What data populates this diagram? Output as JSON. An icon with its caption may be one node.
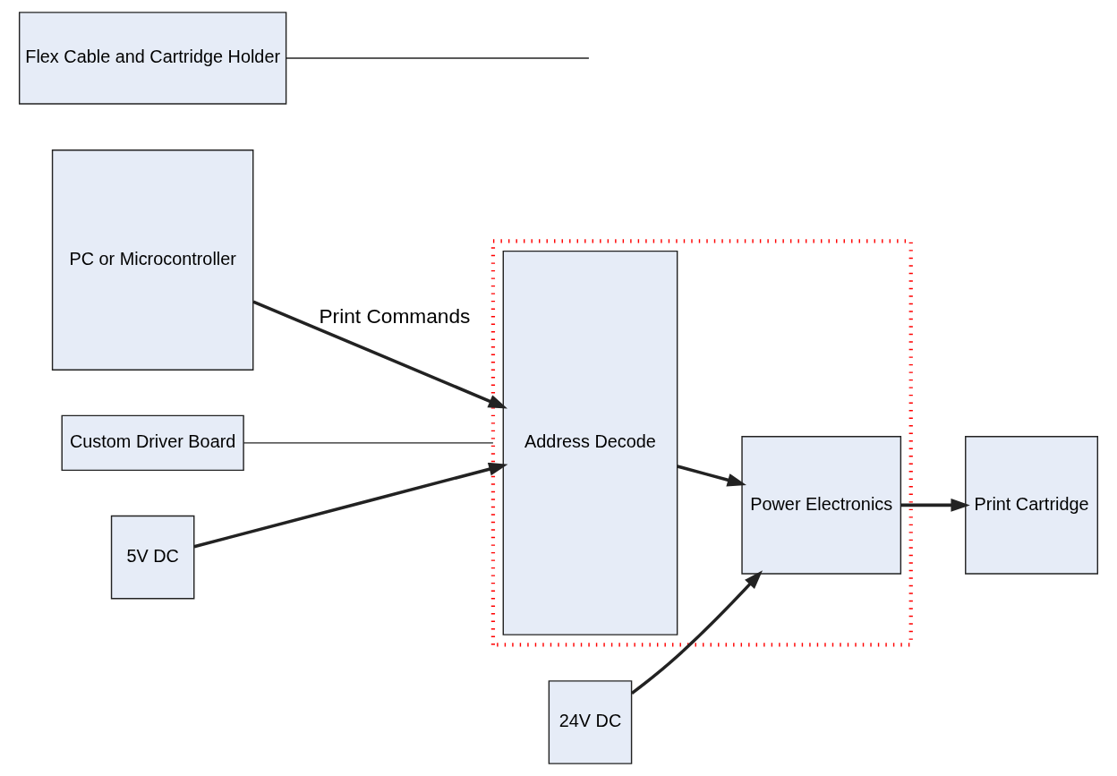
{
  "diagram": {
    "nodes": [
      {
        "text": [
          "PC or Microcontroller"
        ]
      },
      {
        "text": [],
        "shape": "box"
      },
      {
        "text": [
          "Address Decode"
        ],
        "in": 1
      },
      {
        "text": [
          "Power Electronics"
        ],
        "in": 1
      },
      {
        "text": [
          "Print Cartridge"
        ]
      },
      {
        "text": [
          "Custom Driver Board"
        ]
      },
      {
        "text": [
          "Flex Cable and Cartridge Holder"
        ]
      },
      {
        "text": [
          "5V DC"
        ]
      },
      {
        "text": [
          "24V DC"
        ]
      }
    ],
    "edges": [
      {
        "from": 0,
        "to": 2,
        "arrow": "to",
        "label": "Print Commands"
      },
      {
        "from": 2,
        "to": 3,
        "arrow": "to"
      },
      {
        "from": 3,
        "to": 4,
        "arrow": "to"
      },
      {
        "from": 7,
        "to": 2,
        "arrow": "to"
      },
      {
        "from": 8,
        "to": 3,
        "arrow": "to"
      },
      {
        "from": 5,
        "to": 1,
        "arrow": "none"
      },
      {
        "from": 6,
        "to": null,
        "arrow": "none"
      }
    ]
  }
}
